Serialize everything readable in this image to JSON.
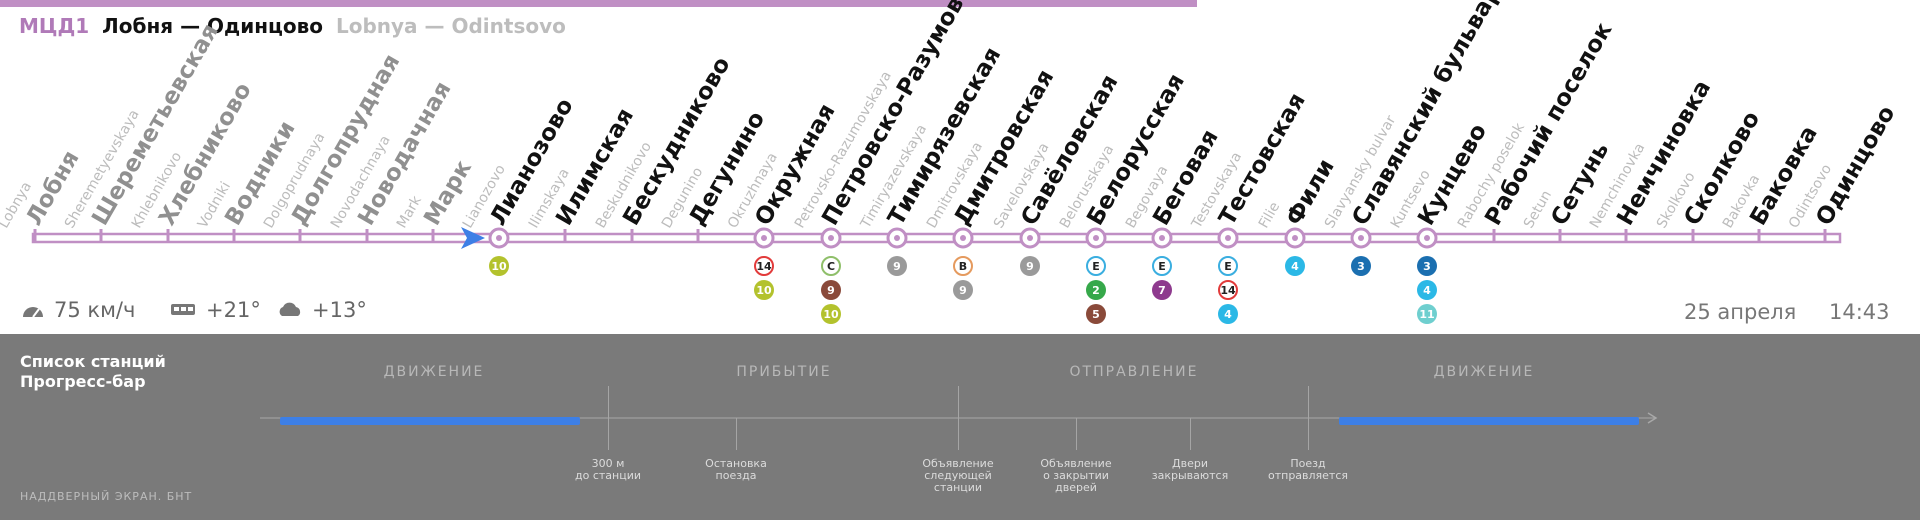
{
  "header": {
    "code": "МЦД1",
    "title_ru": "Лобня — Одинцово",
    "title_en": "Lobnya — Odintsovo"
  },
  "status": {
    "speed": "75 км/ч",
    "inside_temp": "+21°",
    "outside_temp": "+13°",
    "date": "25 апреля",
    "time": "14:43"
  },
  "stations": [
    {
      "ru": "Лобня",
      "en": "Lobnya",
      "state": "passed",
      "transfers": []
    },
    {
      "ru": "Шереметьевская",
      "en": "Sheremetyevskaya",
      "state": "passed",
      "transfers": []
    },
    {
      "ru": "Хлебниково",
      "en": "Khlebnikovo",
      "state": "passed",
      "transfers": []
    },
    {
      "ru": "Водники",
      "en": "Vodniki",
      "state": "passed",
      "transfers": []
    },
    {
      "ru": "Долгопрудная",
      "en": "Dolgoprudnaya",
      "state": "passed",
      "transfers": []
    },
    {
      "ru": "Новодачная",
      "en": "Novodachnaya",
      "state": "passed",
      "transfers": []
    },
    {
      "ru": "Марк",
      "en": "Mark",
      "state": "passed",
      "transfers": []
    },
    {
      "ru": "Лианозово",
      "en": "Lianozovo",
      "state": "next",
      "transfers": [
        {
          "label": "10",
          "color": "#b3c22d",
          "ring": false
        }
      ]
    },
    {
      "ru": "Илимская",
      "en": "Ilimskaya",
      "state": "future",
      "transfers": []
    },
    {
      "ru": "Бескудниково",
      "en": "Beskudnikovo",
      "state": "future",
      "transfers": []
    },
    {
      "ru": "Дегунино",
      "en": "Degunino",
      "state": "future",
      "transfers": []
    },
    {
      "ru": "Окружная",
      "en": "Okruzhnaya",
      "state": "future",
      "transfers": [
        {
          "label": "14",
          "color": "#e23b3b",
          "ring": true
        },
        {
          "label": "10",
          "color": "#b3c22d",
          "ring": false
        }
      ]
    },
    {
      "ru": "Петровско-Разумовская",
      "en": "Petrovsko-Razumovskaya",
      "state": "future",
      "transfers": [
        {
          "label": "С",
          "color": "#8fbf6a",
          "ring": true
        },
        {
          "label": "9",
          "color": "#8a4a3a",
          "ring": false
        },
        {
          "label": "10",
          "color": "#b3c22d",
          "ring": false
        }
      ]
    },
    {
      "ru": "Тимирязевская",
      "en": "Timiryazevskaya",
      "state": "future",
      "transfers": [
        {
          "label": "9",
          "color": "#9a9a9a",
          "ring": false
        }
      ]
    },
    {
      "ru": "Дмитровская",
      "en": "Dmitrovskaya",
      "state": "future",
      "transfers": [
        {
          "label": "В",
          "color": "#e59a5e",
          "ring": true
        },
        {
          "label": "9",
          "color": "#9a9a9a",
          "ring": false
        }
      ]
    },
    {
      "ru": "Савёловская",
      "en": "Savelovskaya",
      "state": "future",
      "transfers": [
        {
          "label": "9",
          "color": "#9a9a9a",
          "ring": false
        }
      ]
    },
    {
      "ru": "Белорусская",
      "en": "Belorusskaya",
      "state": "future",
      "transfers": [
        {
          "label": "E",
          "color": "#3aaee0",
          "ring": true
        },
        {
          "label": "2",
          "color": "#36a84a",
          "ring": false
        },
        {
          "label": "5",
          "color": "#8a4a3a",
          "ring": false
        }
      ]
    },
    {
      "ru": "Беговая",
      "en": "Begovaya",
      "state": "future",
      "transfers": [
        {
          "label": "E",
          "color": "#3aaee0",
          "ring": true
        },
        {
          "label": "7",
          "color": "#8e3a8e",
          "ring": false
        }
      ]
    },
    {
      "ru": "Тестовская",
      "en": "Testovskaya",
      "state": "future",
      "transfers": [
        {
          "label": "E",
          "color": "#3aaee0",
          "ring": true
        },
        {
          "label": "14",
          "color": "#e23b3b",
          "ring": true
        },
        {
          "label": "4",
          "color": "#2bb8e6",
          "ring": false
        }
      ]
    },
    {
      "ru": "Фили",
      "en": "Filie",
      "state": "future",
      "transfers": [
        {
          "label": "4",
          "color": "#2bb8e6",
          "ring": false
        }
      ]
    },
    {
      "ru": "Славянский бульвар",
      "en": "Slavyansky bulvar",
      "state": "future",
      "transfers": [
        {
          "label": "3",
          "color": "#1b6fb0",
          "ring": false
        }
      ]
    },
    {
      "ru": "Кунцево",
      "en": "Kuntsevo",
      "state": "future",
      "transfers": [
        {
          "label": "3",
          "color": "#1b6fb0",
          "ring": false
        },
        {
          "label": "4",
          "color": "#2bb8e6",
          "ring": false
        },
        {
          "label": "11",
          "color": "#6fcfcf",
          "ring": false
        }
      ]
    },
    {
      "ru": "Рабочий поселок",
      "en": "Rabochy poselok",
      "state": "future",
      "transfers": []
    },
    {
      "ru": "Сетунь",
      "en": "Setun",
      "state": "future",
      "transfers": []
    },
    {
      "ru": "Немчиновка",
      "en": "Nemchinovka",
      "state": "future",
      "transfers": []
    },
    {
      "ru": "Сколково",
      "en": "Skolkovo",
      "state": "future",
      "transfers": []
    },
    {
      "ru": "Баковка",
      "en": "Bakovka",
      "state": "future",
      "transfers": []
    },
    {
      "ru": "Одинцово",
      "en": "Odintsovo",
      "state": "future",
      "transfers": []
    }
  ],
  "bottom": {
    "title_1": "Список станций",
    "title_2": "Прогресс-бар",
    "footer": "НАДДВЕРНЫЙ ЭКРАН. БНТ",
    "phases": [
      "ДВИЖЕНИЕ",
      "ПРИБЫТИЕ",
      "ОТПРАВЛЕНИЕ",
      "ДВИЖЕНИЕ"
    ],
    "events": [
      {
        "l1": "300 м",
        "l2": "до станции",
        "l3": ""
      },
      {
        "l1": "Остановка",
        "l2": "поезда",
        "l3": ""
      },
      {
        "l1": "Объявление",
        "l2": "следующей",
        "l3": "станции"
      },
      {
        "l1": "Объявление",
        "l2": "о закрытии",
        "l3": "дверей"
      },
      {
        "l1": "Двери",
        "l2": "закрываются",
        "l3": ""
      },
      {
        "l1": "Поезд",
        "l2": "отправляется",
        "l3": ""
      }
    ]
  },
  "colors": {
    "line": "#c08fc4",
    "accent": "#b07ab8",
    "arrow": "#3d7fe6",
    "progress": "#3d7fe6"
  }
}
